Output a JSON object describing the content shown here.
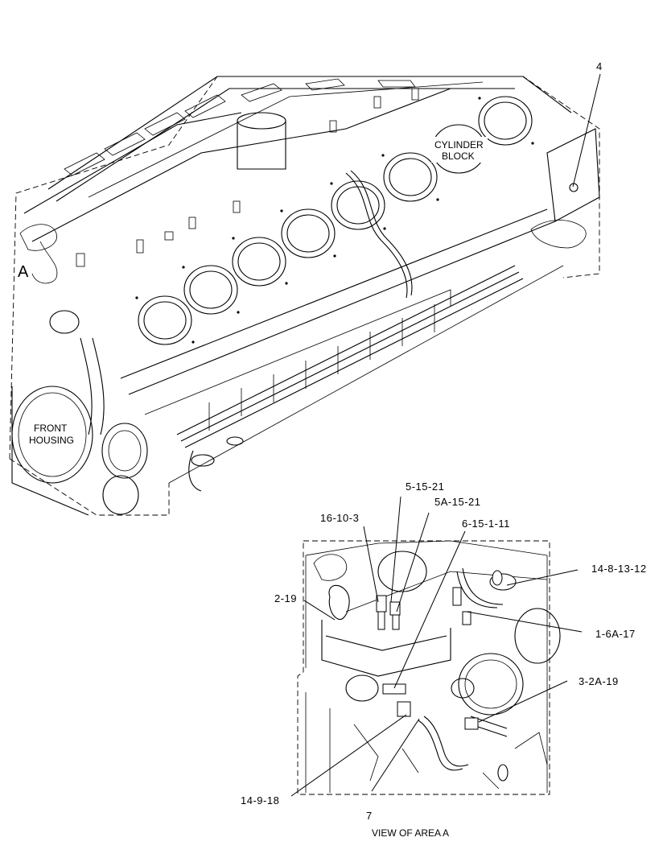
{
  "labels": {
    "area_marker": "A",
    "cylinder_block": [
      "CYLINDER",
      "BLOCK"
    ],
    "front_housing": [
      "FRONT",
      "HOUSING"
    ],
    "view_caption": "VIEW OF AREA A"
  },
  "callouts": {
    "c4": "4",
    "c5_15_21": "5-15-21",
    "c5a_15_21": "5A-15-21",
    "c16_10_3": "16-10-3",
    "c6_15_1_11": "6-15-1-11",
    "c14_8_13_12": "14-8-13-12",
    "c2_19": "2-19",
    "c1_6a_17": "1-6A-17",
    "c3_2a_19": "3-2A-19",
    "c14_9_18": "14-9-18",
    "c7": "7"
  }
}
